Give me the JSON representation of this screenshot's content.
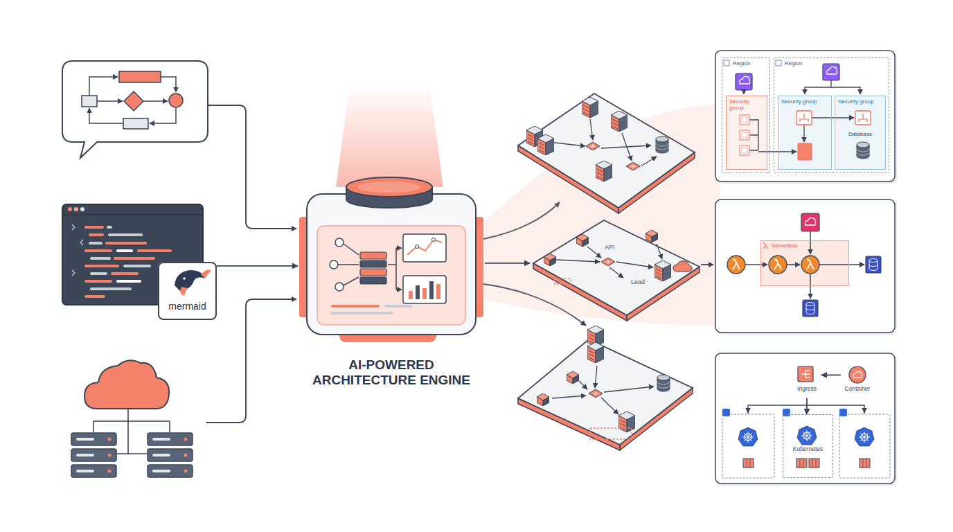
{
  "diagram": {
    "nodes": [
      {
        "text": [
          "mermaid"
        ]
      },
      {
        "text": [
          "AI-POWERED ARCHITECTURE ENGINE"
        ]
      },
      {
        "text": [
          "API",
          "Lead"
        ]
      },
      {
        "text": [
          "Region"
        ]
      },
      {
        "text": [
          "Security group"
        ],
        "in": 3
      },
      {
        "text": [
          "Region"
        ]
      },
      {
        "text": [
          "Security group"
        ],
        "in": 5
      },
      {
        "text": [
          "Security group",
          "Database"
        ],
        "in": 5
      },
      {
        "text": [
          "Serverless"
        ]
      },
      {
        "text": [
          "Ingress"
        ]
      },
      {
        "text": [
          "Container"
        ]
      },
      {
        "text": [
          "Kubernetes"
        ]
      }
    ],
    "edges": [
      {
        "from": 0,
        "to": 1,
        "arrow": "to"
      },
      {
        "from": 1,
        "to": 2,
        "arrow": "to"
      },
      {
        "from": 10,
        "to": 9,
        "arrow": "to"
      },
      {
        "from": 9,
        "to": 11,
        "arrow": "to"
      }
    ]
  }
}
